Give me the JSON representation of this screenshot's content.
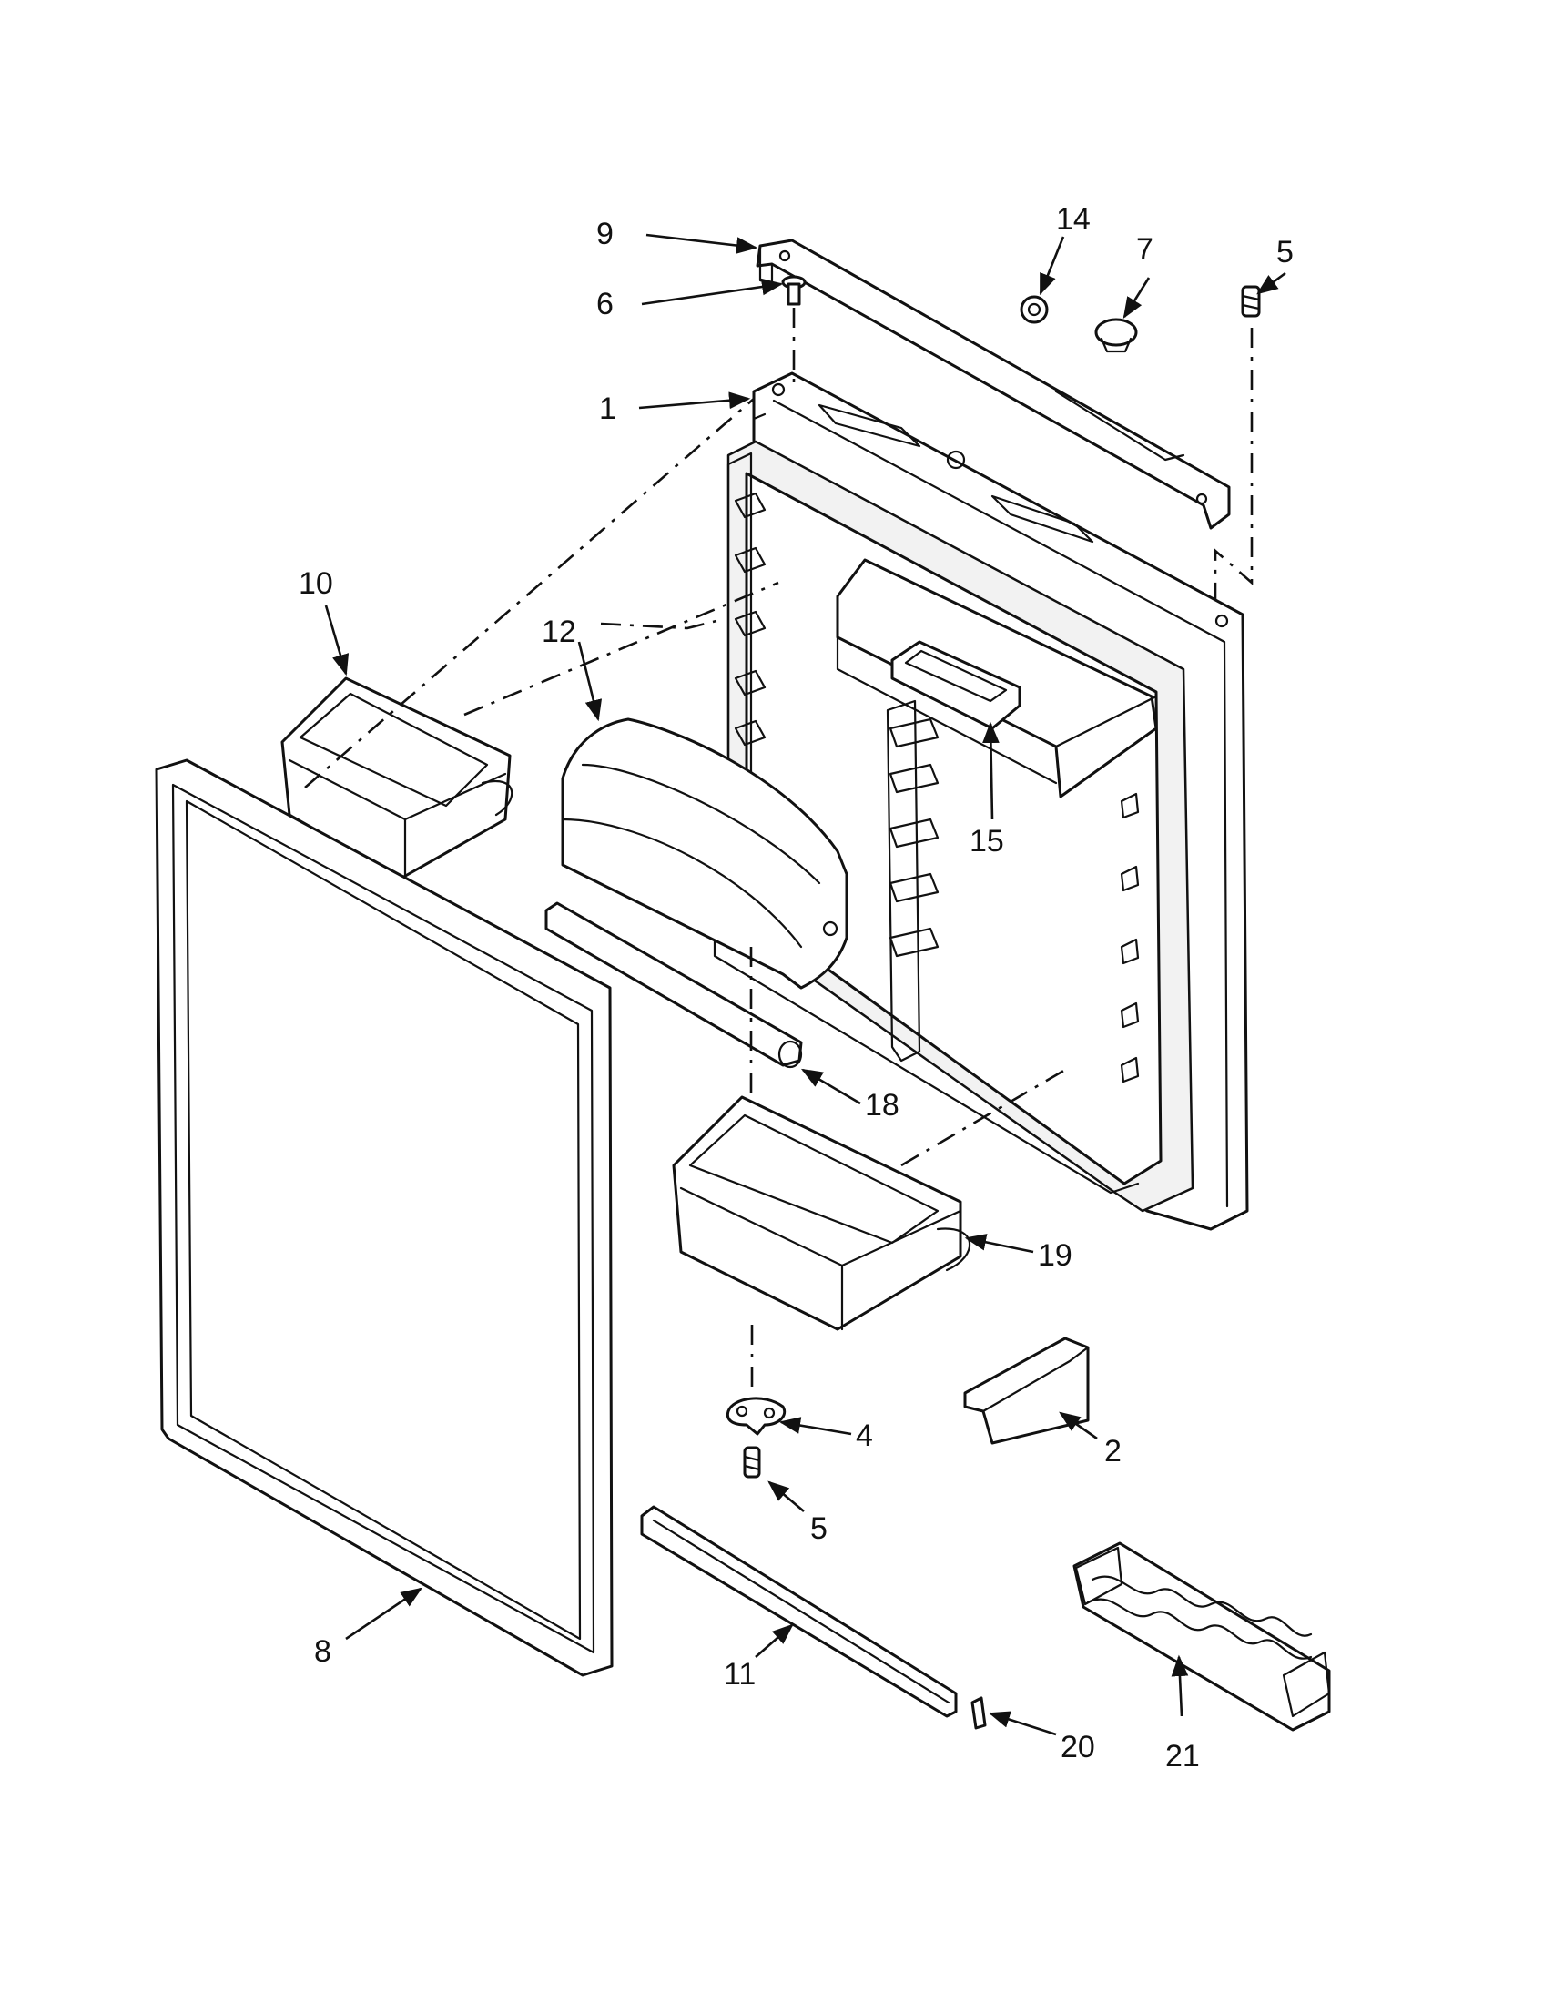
{
  "colors": {
    "ink": "#111111",
    "paper": "#ffffff"
  },
  "callouts": [
    {
      "id": "9",
      "text": "9"
    },
    {
      "id": "6",
      "text": "6"
    },
    {
      "id": "1",
      "text": "1"
    },
    {
      "id": "14",
      "text": "14"
    },
    {
      "id": "7",
      "text": "7"
    },
    {
      "id": "5a",
      "text": "5"
    },
    {
      "id": "10",
      "text": "10"
    },
    {
      "id": "12",
      "text": "12"
    },
    {
      "id": "15",
      "text": "15"
    },
    {
      "id": "18",
      "text": "18"
    },
    {
      "id": "19",
      "text": "19"
    },
    {
      "id": "4",
      "text": "4"
    },
    {
      "id": "2",
      "text": "2"
    },
    {
      "id": "5b",
      "text": "5"
    },
    {
      "id": "8",
      "text": "8"
    },
    {
      "id": "11",
      "text": "11"
    },
    {
      "id": "20",
      "text": "20"
    },
    {
      "id": "21",
      "text": "21"
    }
  ]
}
